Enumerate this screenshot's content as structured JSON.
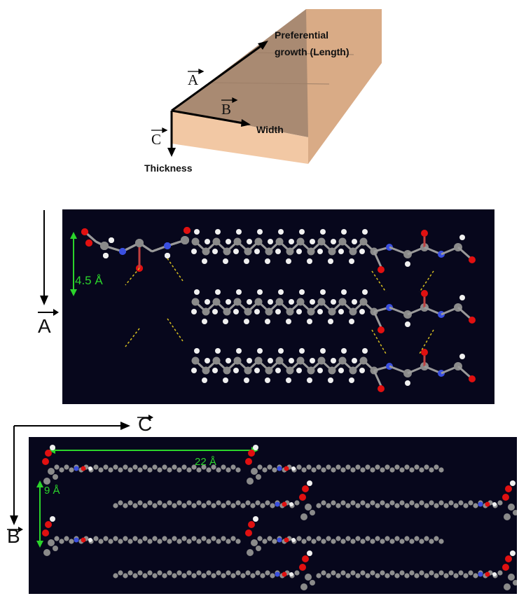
{
  "crystal": {
    "growth_label_line1": "Preferential",
    "growth_label_line2": "growth (Length)",
    "width_label": "Width",
    "thickness_label": "Thickness",
    "vector_a": "A",
    "vector_b": "B",
    "vector_c": "C",
    "colors": {
      "top": "#a98a72",
      "front": "#f2c8a4",
      "side": "#e2b38f"
    }
  },
  "panel1": {
    "axis_label": "A",
    "spacing_label": "4.5 Å",
    "background": "#07071c",
    "atom_colors": {
      "carbon": "#8a8a8a",
      "hydrogen": "#f0f0f0",
      "oxygen": "#e01010",
      "nitrogen": "#3a4fe0",
      "hbond": "#d8c020"
    }
  },
  "panel2": {
    "axis_c_label": "C",
    "axis_b_label": "B",
    "length_label": "22 Å",
    "spacing_label": "9 Å",
    "background": "#07071c"
  }
}
